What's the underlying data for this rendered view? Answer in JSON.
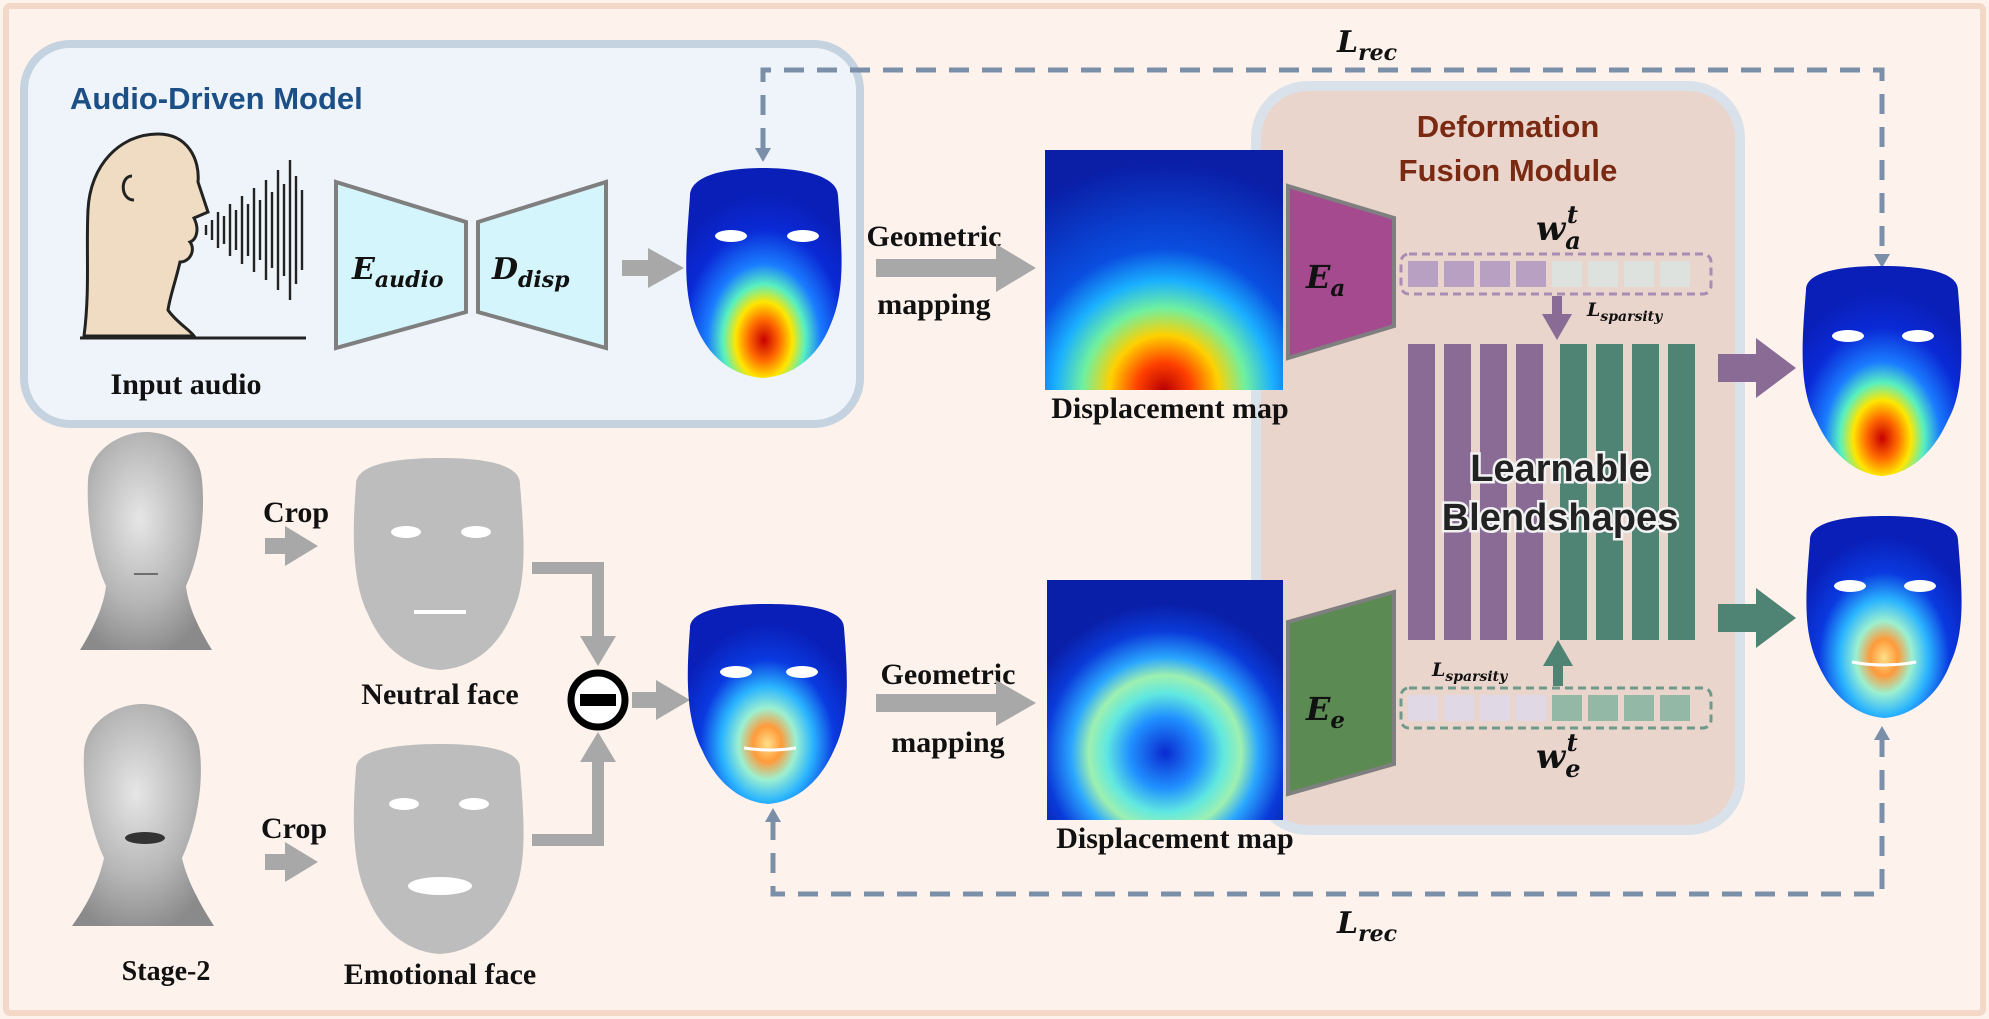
{
  "title_audio_model": "Audio-Driven Model",
  "input_audio": "Input audio",
  "encoder_audio": {
    "main": "E",
    "sub": "audio"
  },
  "decoder_disp": {
    "main": "D",
    "sub": "disp"
  },
  "geometric_mapping": [
    "Geometric",
    "mapping"
  ],
  "displacement_map": "Displacement map",
  "fusion_module": [
    "Deformation",
    "Fusion Module"
  ],
  "encoder_a": {
    "main": "E",
    "sub": "a"
  },
  "encoder_e": {
    "main": "E",
    "sub": "e"
  },
  "weight_a": {
    "main": "w",
    "sub": "a",
    "sup": "t"
  },
  "weight_e": {
    "main": "w",
    "sub": "e",
    "sup": "t"
  },
  "loss_sparsity": {
    "main": "L",
    "sub": "sparsity"
  },
  "loss_rec": {
    "main": "L",
    "sub": "rec"
  },
  "learnable_blendshapes": [
    "Learnable",
    "Blendshapes"
  ],
  "crop": "Crop",
  "neutral_face": "Neutral face",
  "emotional_face": "Emotional face",
  "stage": "Stage-2",
  "colors": {
    "audio_panel_bg": "#eef4fa",
    "panel_border": "#c5d3e0",
    "fusion_bg": "#ead5cc",
    "fusion_title": "#7a2a12",
    "audio_title": "#1c4f86",
    "trapezoid_fill": "#d4f5fb",
    "enc_a": "#a64a8f",
    "enc_e": "#5b8b53",
    "blend_purple": "#8a6b96",
    "blend_green": "#4f8474",
    "dashed": "#7b8fa8",
    "arrow_grey": "#a8a8a8"
  }
}
